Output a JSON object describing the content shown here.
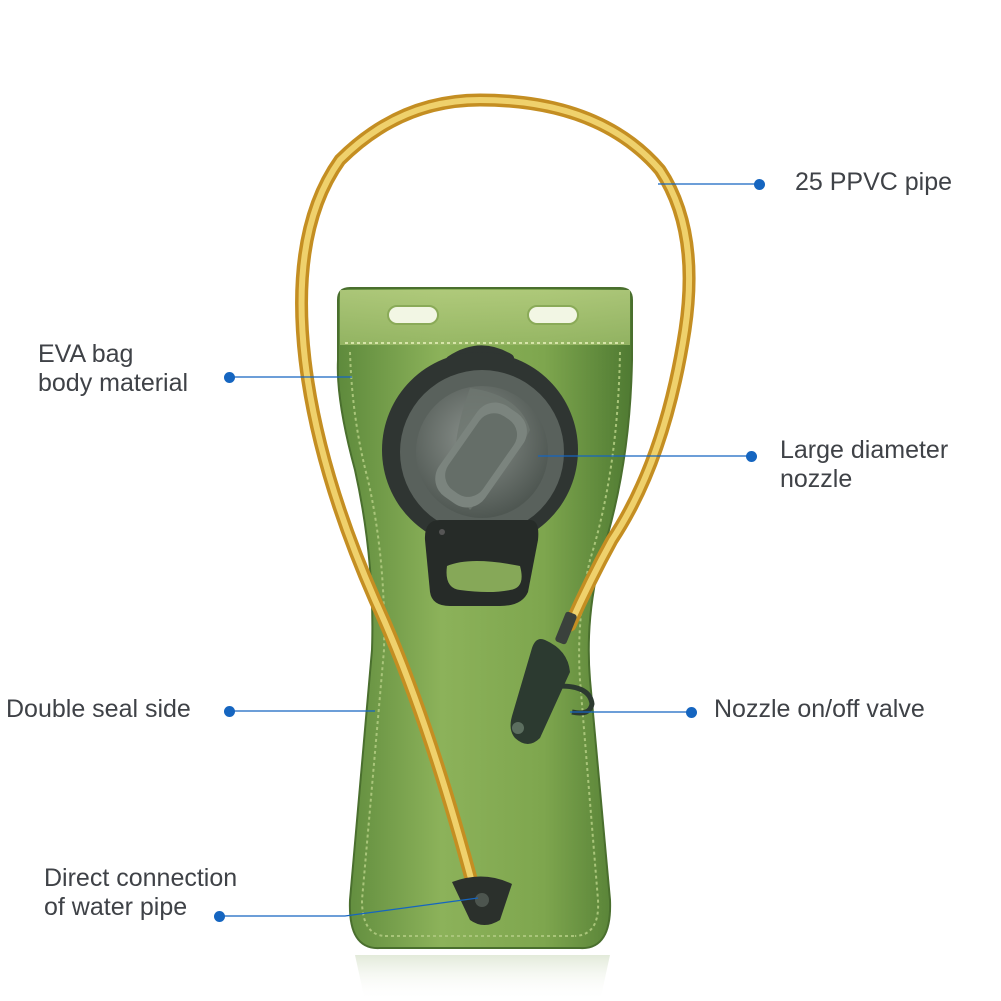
{
  "callouts": {
    "pipe": {
      "text": "25 PPVC pipe"
    },
    "bag_material": {
      "line1": "EVA bag",
      "line2": "body material"
    },
    "nozzle": {
      "line1": "Large diameter",
      "line2": "nozzle"
    },
    "seal": {
      "text": "Double seal side"
    },
    "valve": {
      "text": "Nozzle on/off valve"
    },
    "connection": {
      "line1": "Direct connection",
      "line2": "of water pipe"
    }
  },
  "colors": {
    "leader_line": "#1565c0",
    "label_text": "#3f4247",
    "bag_green": "#7aa04a",
    "pipe_amber": "#d9a93a",
    "cap_gray": "#5d6660"
  },
  "icons": {
    "callout_marker": "blue-dot"
  }
}
